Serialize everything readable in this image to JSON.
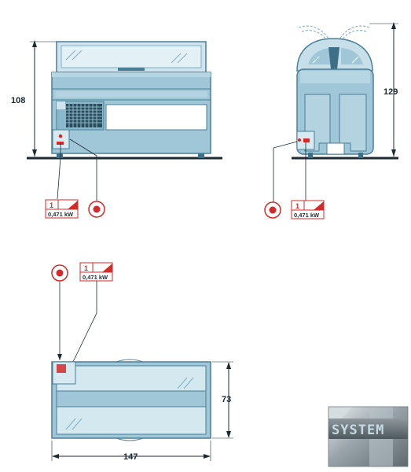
{
  "front_view": {
    "height_label": "108"
  },
  "side_view": {
    "height_label": "129"
  },
  "top_view": {
    "width_label": "147",
    "depth_label": "73"
  },
  "power_badge": {
    "phase": "1",
    "power": "0,471 kW"
  },
  "logo": {
    "text": "SYSTEM"
  },
  "colors": {
    "body_fill": "#9fc7d8",
    "body_stroke": "#4a7f97",
    "glass_fill": "#d4e8f0",
    "panel_fill": "#c3dde8",
    "socket_red": "#d42a2a",
    "line": "#1b2a33"
  },
  "icons": [
    "socket-icon",
    "phase-badge-icon",
    "system-logo-icon"
  ]
}
